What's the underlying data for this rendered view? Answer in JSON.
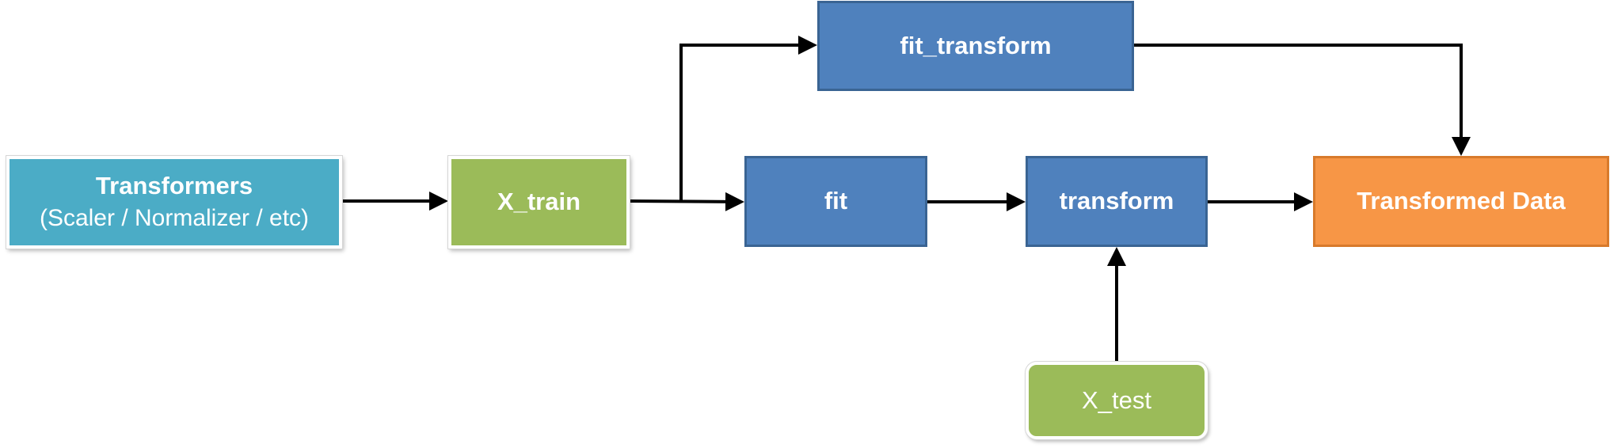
{
  "diagram": {
    "nodes": {
      "transformers": {
        "title": "Transformers",
        "subtitle": "(Scaler / Normalizer / etc)",
        "color": "#4bacc6"
      },
      "x_train": {
        "title": "X_train",
        "color": "#9bbb59"
      },
      "fit_transform": {
        "title": "fit_transform",
        "color": "#4f81bd"
      },
      "fit": {
        "title": "fit",
        "color": "#4f81bd"
      },
      "transform": {
        "title": "transform",
        "color": "#4f81bd"
      },
      "transformed_data": {
        "title": "Transformed Data",
        "color": "#f79646"
      },
      "x_test": {
        "title": "X_test",
        "color": "#9bbb59"
      }
    },
    "edges": [
      {
        "from": "transformers",
        "to": "x_train"
      },
      {
        "from": "x_train",
        "to": "fit"
      },
      {
        "from": "x_train",
        "to": "fit_transform"
      },
      {
        "from": "fit",
        "to": "transform"
      },
      {
        "from": "transform",
        "to": "transformed_data"
      },
      {
        "from": "fit_transform",
        "to": "transformed_data"
      },
      {
        "from": "x_test",
        "to": "transform"
      }
    ],
    "arrow_color": "#000000"
  }
}
